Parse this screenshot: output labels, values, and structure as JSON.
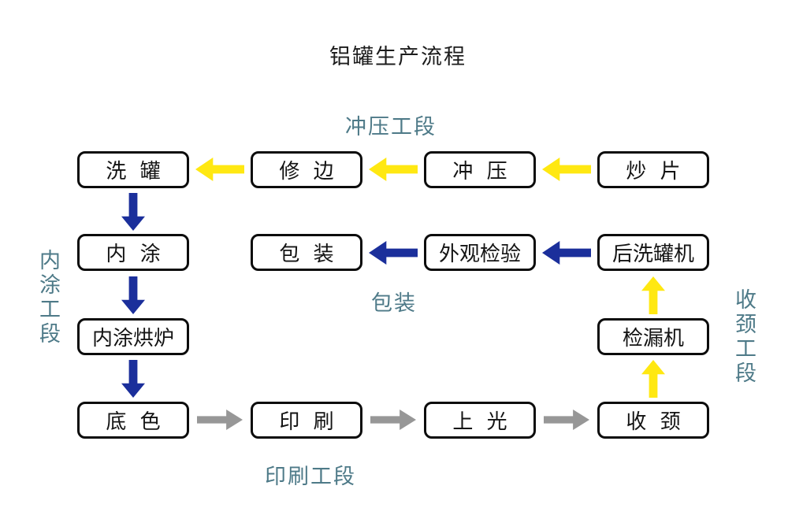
{
  "title": "铝罐生产流程",
  "colors": {
    "yellow": "#FFE812",
    "blue": "#1B2F9B",
    "gray": "#979797",
    "teal": "#4E7A88",
    "box-border": "#0C0C0C",
    "box-fill": "#FFFFFF",
    "background": "#FFFFFF",
    "text": "#141414"
  },
  "section_labels": {
    "stamping": "冲压工段",
    "packaging": "包装",
    "printing": "印刷工段",
    "inner_coating": "内涂工段",
    "necking": "收颈工段"
  },
  "nodes": {
    "wash_can": "洗 罐",
    "trimming": "修 边",
    "stamping": "冲 压",
    "sheet_frying": "炒 片",
    "inner_coating": "内 涂",
    "packing": "包 装",
    "visual_inspection": "外观检验",
    "post_wash_machine": "后洗罐机",
    "inner_coating_oven": "内涂烘炉",
    "leak_detector": "检漏机",
    "base_color": "底 色",
    "printing": "印 刷",
    "varnishing": "上 光",
    "necking": "收 颈"
  }
}
